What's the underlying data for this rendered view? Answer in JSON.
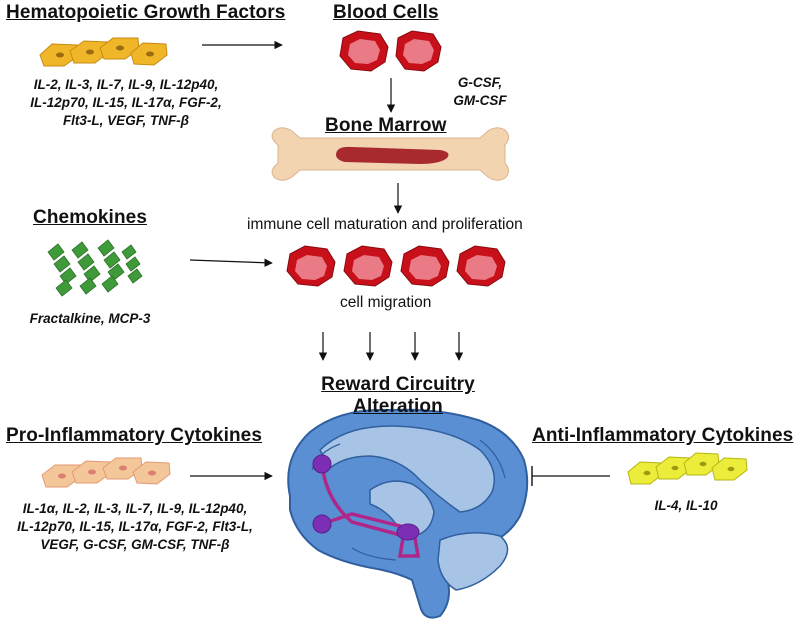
{
  "growth_factors": {
    "heading": "Hematopoietic Growth Factors",
    "list": [
      "IL-2, IL-3, IL-7, IL-9, IL-12p40,",
      "IL-12p70, IL-15, IL-17α, FGF-2,",
      "Flt3-L, VEGF, TNF-β"
    ]
  },
  "blood_cells": {
    "heading": "Blood Cells",
    "factors": [
      "G-CSF,",
      "GM-CSF"
    ]
  },
  "bone_marrow": {
    "heading": "Bone Marrow"
  },
  "chemokines": {
    "heading": "Chemokines",
    "list": [
      "Fractalkine,  MCP-3"
    ]
  },
  "maturation": {
    "text": "immune cell maturation and proliferation"
  },
  "migration": {
    "text": "cell migration"
  },
  "reward": {
    "heading_line1": "Reward Circuitry",
    "heading_line2": "Alteration"
  },
  "pro_inflammatory": {
    "heading": "Pro-Inflammatory  Cytokines",
    "list": [
      "IL-1α, IL-2, IL-3, IL-7, IL-9, IL-12p40,",
      "IL-12p70, IL-15, IL-17α, FGF-2, Flt3-L,",
      "VEGF, G-CSF, GM-CSF, TNF-β"
    ]
  },
  "anti_inflammatory": {
    "heading": "Anti-Inflammatory  Cytokines",
    "list": [
      "IL-4, IL-10"
    ]
  },
  "colors": {
    "cell_outer": "#c8101a",
    "cell_inner": "#e97a86",
    "bone": "#f2d4b1",
    "marrow": "#a82a2e",
    "brain": "#5b8fd3",
    "brain_light": "#a7c4e6",
    "pathway": "#b0278a",
    "growth_factor_cells": "#f0b629",
    "pro_inflammatory_cells": "#f4c79a",
    "anti_inflammatory_cells": "#ecec3a",
    "chemokine": "#3f9b3a"
  }
}
